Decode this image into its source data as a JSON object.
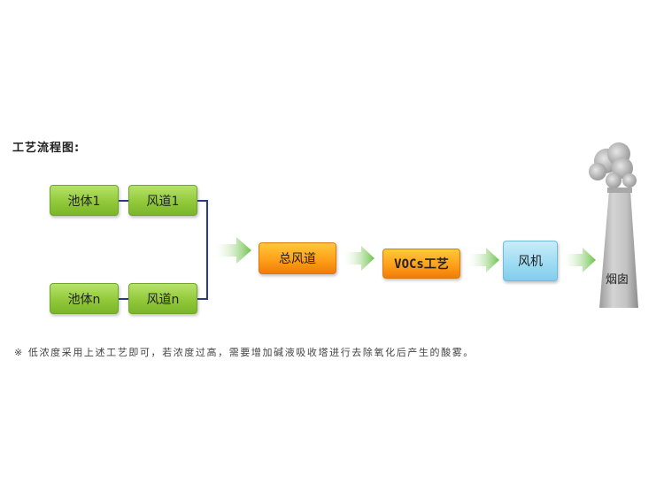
{
  "title": "工艺流程图:",
  "boxes": {
    "pool1": "池体1",
    "duct1": "风道1",
    "pooln": "池体n",
    "ductn": "风道n",
    "main_duct": "总风道",
    "vocs": "VOCs工艺",
    "fan": "风机",
    "chimney": "烟囱"
  },
  "note": "※ 低浓度采用上述工艺即可，若浓度过高，需要增加碱液吸收塔进行去除氧化后产生的酸雾。",
  "colors": {
    "green": "#92c93a",
    "orange": "#ffa01a",
    "blue": "#9fdcf3",
    "connector": "#2a3a8a",
    "arrow": "#8fd36a",
    "chimney": "#b8b8b8"
  }
}
